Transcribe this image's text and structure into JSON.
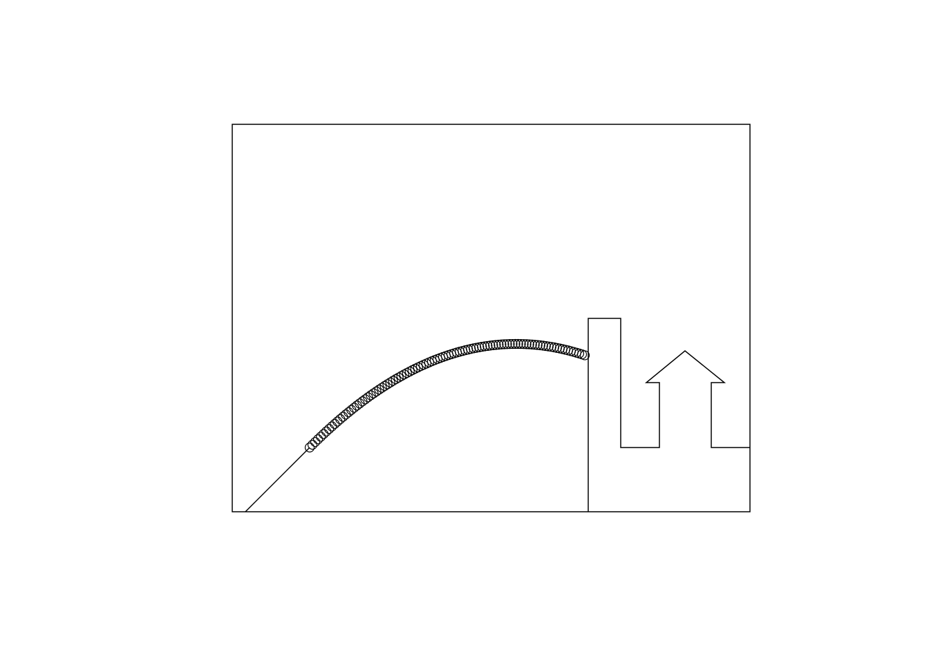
{
  "scene": {
    "type": "projectile-trajectory",
    "line_color": "#000000",
    "background": "#ffffff",
    "trajectory": {
      "marker": "open-circle",
      "point_count": 100
    },
    "obstacles": [
      "wall",
      "up-arrow-target"
    ]
  }
}
